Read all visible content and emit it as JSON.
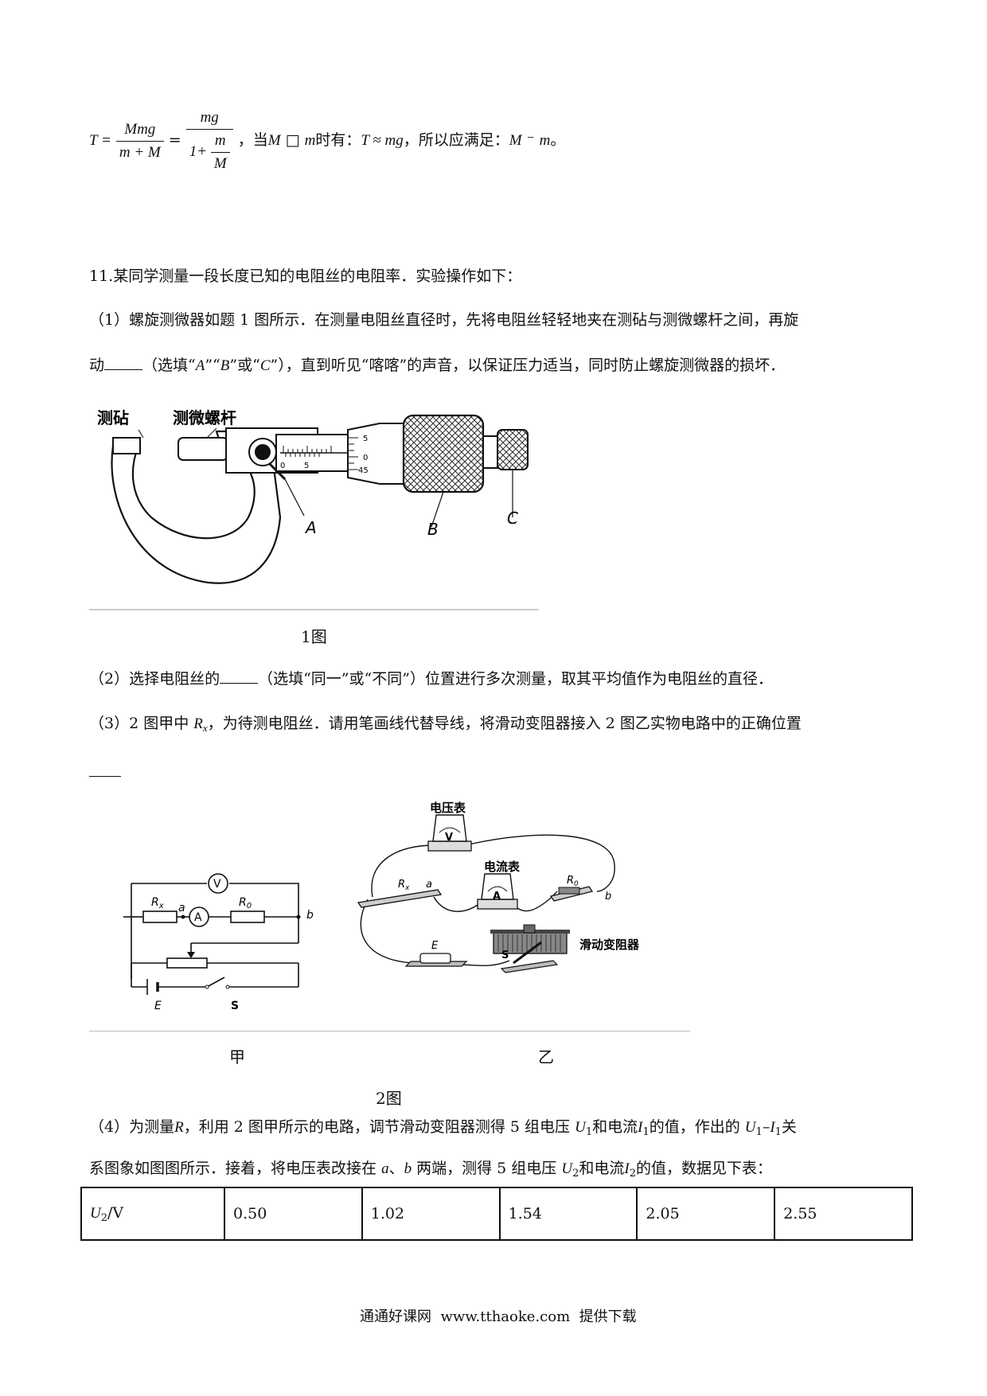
{
  "formula": {
    "lhs": "T =",
    "frac1_num": "Mmg",
    "frac1_den": "m + M",
    "eq": "=",
    "frac2_num": "mg",
    "frac2_den_prefix": "1+",
    "frac2_den_num": "m",
    "frac2_den_den": "M",
    "tail_a": "，当",
    "cond_M": "M",
    "cond_sym": "□",
    "cond_m": "m",
    "tail_b": "时有：",
    "approx": "T ≈ mg",
    "tail_c": "，所以应满足：",
    "final_M": "M",
    "final_sym": "⁻",
    "final_m": "m",
    "tail_d": "。"
  },
  "q11": {
    "title": "11.某同学测量一段长度已知的电阻丝的电阻率．实验操作如下：",
    "p1_line1": "（1）螺旋测微器如题 1 图所示．在测量电阻丝直径时，先将电阻丝轻轻地夹在测砧与测微螺杆之间，再旋",
    "p1_line2_a": "动",
    "p1_line2_b": "（选填“",
    "opt_a": "A",
    "opt_sep1": "”“",
    "opt_b": "B",
    "opt_sep2": "”或“",
    "opt_c": "C",
    "p1_line2_c": "”），直到听见“喀喀”的声音，以保证压力适当，同时防止螺旋测微器的损坏．",
    "fig1": {
      "label_anvil": "测砧",
      "label_spindle": "测微螺杆",
      "label_a": "A",
      "label_b": "B",
      "label_c": "C",
      "scale_0": "0",
      "scale_5": "5",
      "thimble_5": "5",
      "thimble_0": "0",
      "thimble_45": "45",
      "caption": "1图"
    },
    "p2_a": "（2）选择电阻丝的",
    "p2_b": "（选填“同一”或“不同”）位置进行多次测量，取其平均值作为电阻丝的直径．",
    "p3_a": "（3）2 图甲中",
    "p3_rx": "R",
    "p3_rx_sub": "x",
    "p3_b": "，为待测电阻丝．请用笔画线代替导线，将滑动变阻器接入 2 图乙实物电路中的正确位置",
    "fig2": {
      "jia": {
        "rx": "R",
        "rx_sub": "x",
        "a": "a",
        "ammeter": "A",
        "voltmeter": "V",
        "r0": "R",
        "r0_sub": "0",
        "b": "b",
        "e": "E",
        "s": "S"
      },
      "yi": {
        "voltmeter_label": "电压表",
        "voltmeter": "V",
        "ammeter_label": "电流表",
        "ammeter": "A",
        "rx": "R",
        "rx_sub": "x",
        "a": "a",
        "r0": "R",
        "r0_sub": "0",
        "b": "b",
        "rheostat_label": "滑动变阻器",
        "e": "E",
        "s": "S"
      },
      "caption_jia": "甲",
      "caption_yi": "乙",
      "caption": "2图"
    },
    "p4_line1_a": "（4）为测量",
    "p4_r": "R",
    "p4_line1_b": "，利用 2 图甲所示的电路，调节滑动变阻器测得 5 组电压",
    "p4_u1": "U",
    "p4_u1_sub": "1",
    "p4_line1_c": "和电流",
    "p4_i1": "I",
    "p4_i1_sub": "1",
    "p4_line1_d": "的值，作出的",
    "p4_line1_e": "关",
    "p4_rel_u": "U",
    "p4_rel_sub1": "1",
    "p4_rel_dash": "–",
    "p4_rel_i": "I",
    "p4_rel_sub2": "1",
    "p4_line2_a": "系图象如图图所示．接着，将电压表改接在",
    "p4_a": "a",
    "p4_sep": "、",
    "p4_b": "b",
    "p4_line2_b": "两端，测得 5 组电压",
    "p4_u2": "U",
    "p4_u2_sub": "2",
    "p4_line2_c": "和电流",
    "p4_i2": "I",
    "p4_i2_sub": "2",
    "p4_line2_d": "的值，数据见下表：",
    "table": {
      "head_u": "U",
      "head_sub": "2",
      "head_unit": "/V",
      "values": [
        "0.50",
        "1.02",
        "1.54",
        "2.05",
        "2.55"
      ]
    }
  },
  "footer": "通通好课网  www.tthaoke.com  提供下载"
}
